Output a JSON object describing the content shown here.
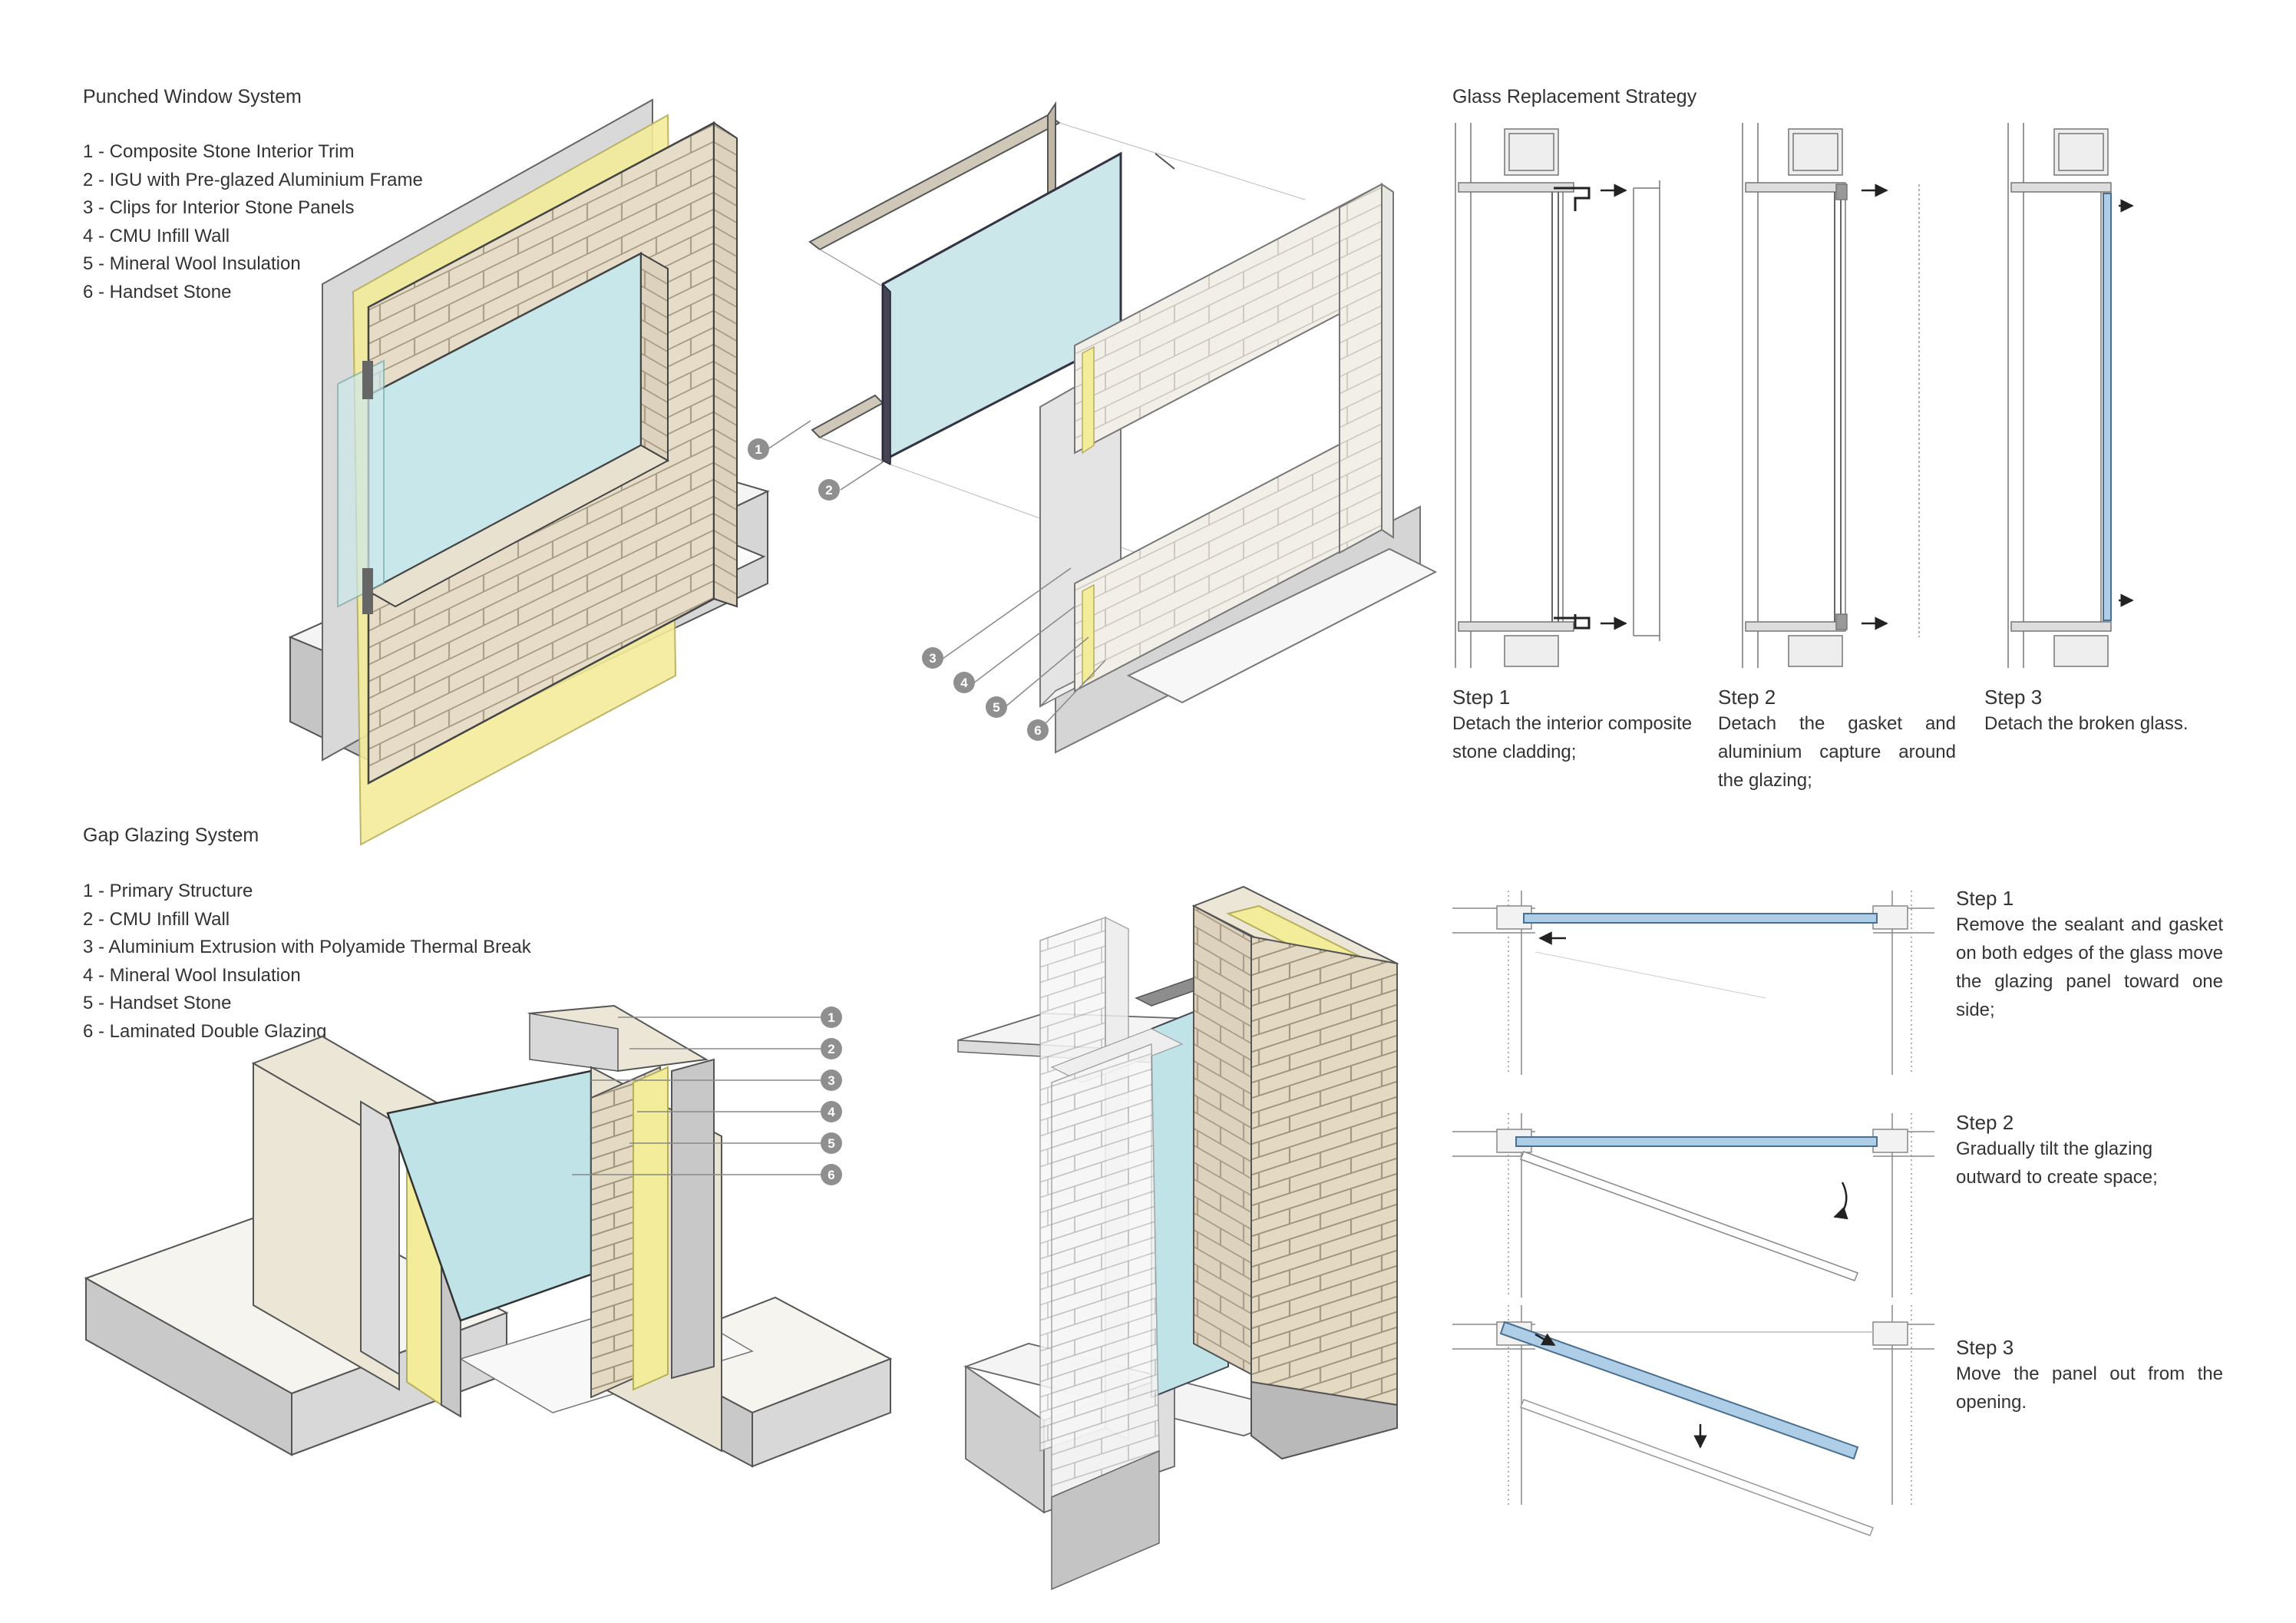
{
  "punched": {
    "title": "Punched Window System",
    "items": [
      "1 - Composite Stone Interior Trim",
      "2 - IGU with Pre-glazed Aluminium Frame",
      "3 - Clips for Interior Stone Panels",
      "4 - CMU Infill Wall",
      "5 - Mineral Wool Insulation",
      "6 - Handset Stone"
    ],
    "callouts": [
      "1",
      "2",
      "3",
      "4",
      "5",
      "6"
    ]
  },
  "gap": {
    "title": "Gap Glazing System",
    "items": [
      "1 - Primary Structure",
      "2 - CMU Infill Wall",
      "3 - Aluminium Extrusion with Polyamide Thermal Break",
      "4 - Mineral Wool Insulation",
      "5 - Handset Stone",
      "6 - Laminated Double Glazing"
    ],
    "callouts": [
      "1",
      "2",
      "3",
      "4",
      "5",
      "6"
    ]
  },
  "replacement": {
    "title": "Glass Replacement Strategy",
    "steps": [
      {
        "title": "Step 1",
        "desc": "Detach the interior composite stone cladding;"
      },
      {
        "title": "Step 2",
        "desc": "Detach the gasket and aluminium capture around the glazing;"
      },
      {
        "title": "Step 3",
        "desc": "Detach the broken glass."
      }
    ]
  },
  "gap_steps": [
    {
      "title": "Step 1",
      "desc": "Remove the sealant and gasket on both edges of the glass move the glazing panel toward one side;"
    },
    {
      "title": "Step 2",
      "desc": "Gradually tilt the glazing outward to create space;"
    },
    {
      "title": "Step 3",
      "desc": "Move the panel out from the opening."
    }
  ],
  "colors": {
    "stone": "#e6dcc8",
    "stone_dark": "#c9bda5",
    "glass": "#bfe3e6",
    "insulation": "#f3ec9a",
    "concrete": "#b9b9b9",
    "panel_blue": "#aecde6",
    "badge": "#8f8f8f"
  },
  "icons": [
    "arrow-right-icon",
    "arrow-left-icon",
    "arrow-down-icon",
    "rotate-arrow-icon",
    "callout-badge"
  ]
}
